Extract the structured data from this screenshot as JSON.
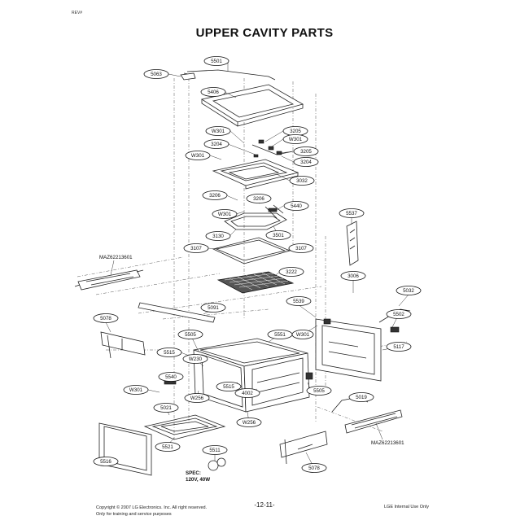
{
  "header": {
    "corner_mark": "REV#",
    "title": "UPPER CAVITY PARTS"
  },
  "callouts": [
    {
      "id": "5501"
    },
    {
      "id": "5063"
    },
    {
      "id": "5406"
    },
    {
      "id": "W301"
    },
    {
      "id": "3205"
    },
    {
      "id": "3204"
    },
    {
      "id": "W301"
    },
    {
      "id": "3205"
    },
    {
      "id": "W301"
    },
    {
      "id": "3204"
    },
    {
      "id": "3032"
    },
    {
      "id": "3206"
    },
    {
      "id": "3206"
    },
    {
      "id": "5440"
    },
    {
      "id": "W301"
    },
    {
      "id": "5537"
    },
    {
      "id": "3130"
    },
    {
      "id": "3501"
    },
    {
      "id": "3107"
    },
    {
      "id": "3107"
    },
    {
      "id": "3222"
    },
    {
      "id": "3006"
    },
    {
      "id": "5032"
    },
    {
      "id": "5539"
    },
    {
      "id": "5091"
    },
    {
      "id": "5502"
    },
    {
      "id": "5078"
    },
    {
      "id": "5505"
    },
    {
      "id": "5551"
    },
    {
      "id": "W301"
    },
    {
      "id": "5117"
    },
    {
      "id": "5515"
    },
    {
      "id": "W230"
    },
    {
      "id": "5540"
    },
    {
      "id": "5515"
    },
    {
      "id": "4002"
    },
    {
      "id": "5505"
    },
    {
      "id": "W301"
    },
    {
      "id": "W256"
    },
    {
      "id": "5019"
    },
    {
      "id": "5021"
    },
    {
      "id": "W256"
    },
    {
      "id": "5521"
    },
    {
      "id": "5511"
    },
    {
      "id": "5516"
    },
    {
      "id": "5078"
    }
  ],
  "assembly_labels": {
    "left": "MAZ62213601",
    "right": "MAZ62213601"
  },
  "spec_note": {
    "line1": "SPEC:",
    "line2": "120V, 40W"
  },
  "footer": {
    "copyright": "Copyright © 2007 LG Electronics. Inc. All right reserved.",
    "training": "Only for training and service purposes",
    "page": "-12-11-",
    "internal": "LGE Internal Use Only"
  }
}
